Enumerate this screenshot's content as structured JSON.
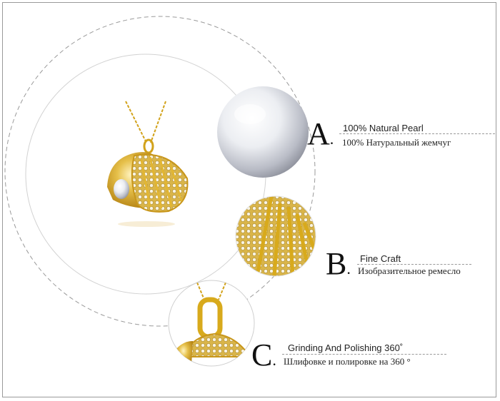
{
  "features": [
    {
      "letter": "A",
      "dot": ".",
      "en": "100% Natural Pearl",
      "ru": "100% Натуральный жемчуг"
    },
    {
      "letter": "B",
      "dot": ".",
      "en": "Fine Craft",
      "ru": "Изобразительное ремесло"
    },
    {
      "letter": "C",
      "dot": ".",
      "en": "Grinding And Polishing 360˚",
      "ru": "Шлифовке и полировке на 360 °"
    }
  ],
  "colors": {
    "gold": "#d8aa1c",
    "pearl": "#eef0f4",
    "line": "#9a9a9a"
  }
}
